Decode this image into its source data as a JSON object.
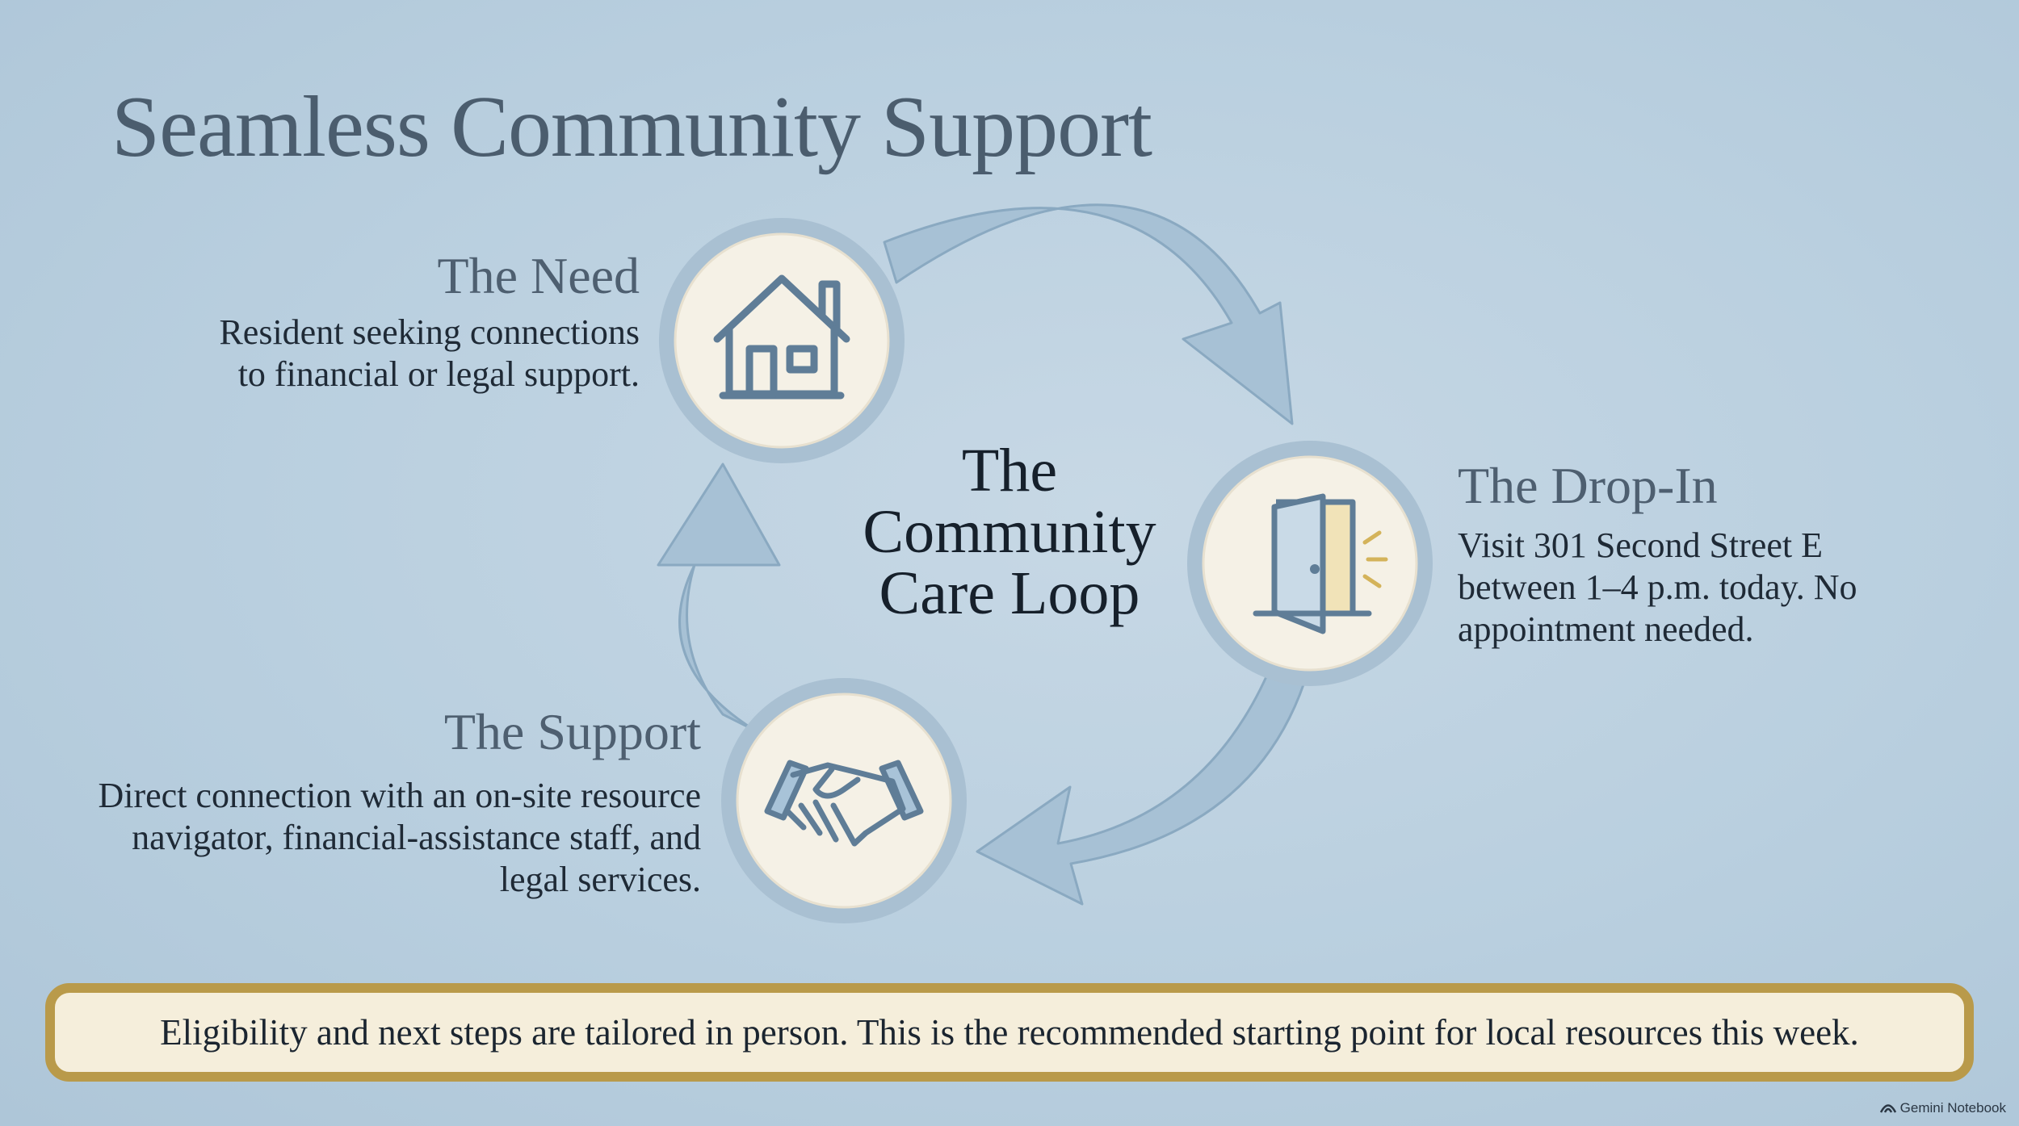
{
  "title": "Seamless Community Support",
  "center_label": "The Community Care Loop",
  "steps": {
    "need": {
      "title": "The Need",
      "description": "Resident seeking connections to financial or legal support.",
      "icon": "house-icon"
    },
    "dropin": {
      "title": "The Drop-In",
      "description": "Visit 301 Second Street E between 1–4 p.m. today. No appointment needed.",
      "icon": "open-door-icon"
    },
    "support": {
      "title": "The Support",
      "description": "Direct connection with an on-site resource navigator, financial-assistance staff, and legal services.",
      "icon": "handshake-icon"
    }
  },
  "banner": {
    "text": "Eligibility and next steps are tailored in person. This is the recommended starting point for local resources this week."
  },
  "watermark": "Gemini Notebook",
  "colors": {
    "background": "#b9cfdf",
    "arrow": "#a7c1d5",
    "node_fill": "#f5f1e6",
    "node_ring": "#a9c0d2",
    "icon_stroke": "#5f7d97",
    "banner_border": "#b99a4a",
    "banner_fill": "#f5eedb"
  }
}
